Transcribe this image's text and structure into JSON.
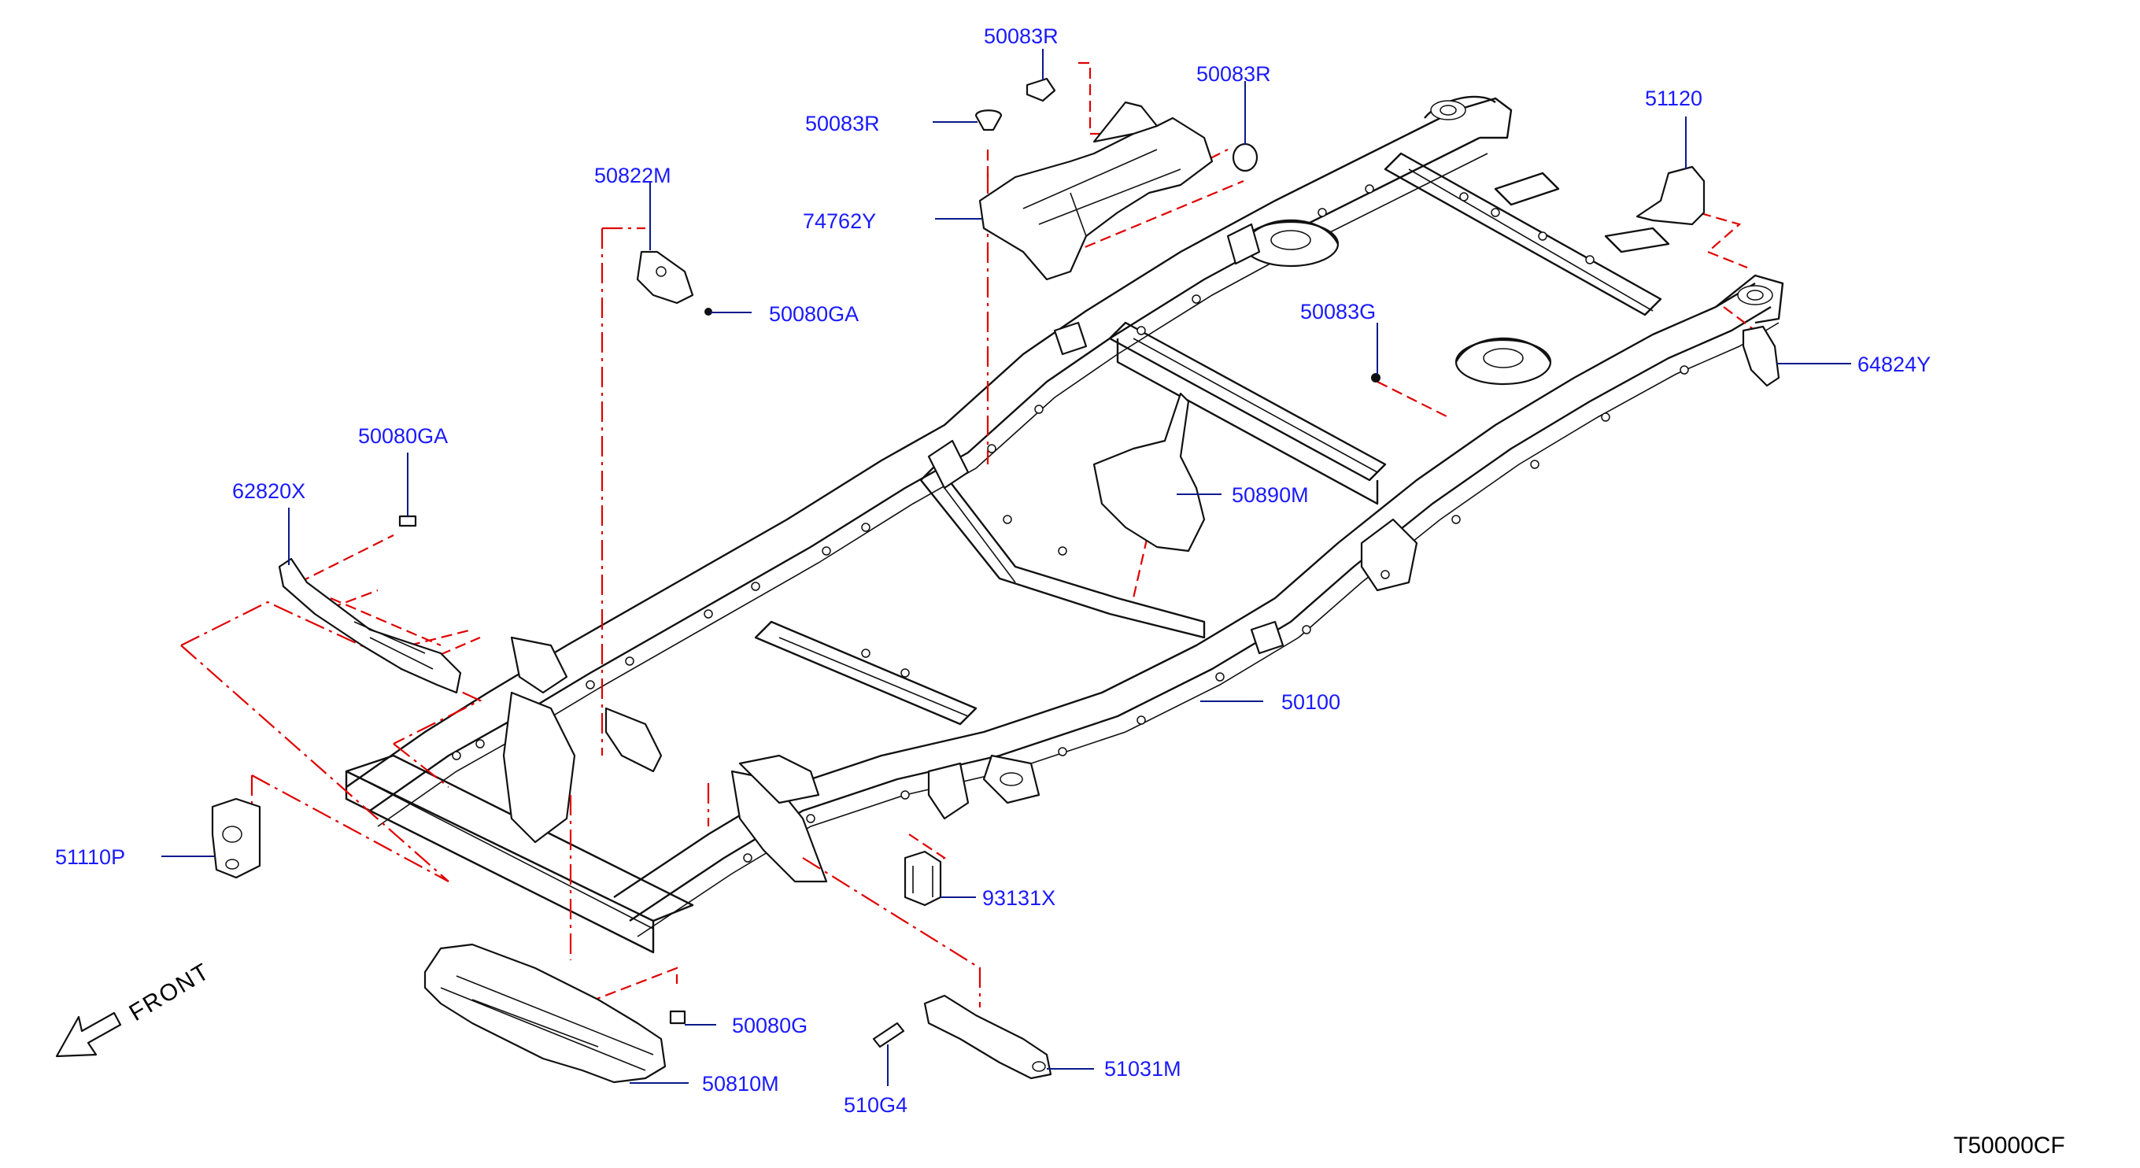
{
  "diagram": {
    "drawing_code": "T50000CF",
    "direction_label": "FRONT",
    "callouts": [
      {
        "id": "50083R-top",
        "text": "50083R"
      },
      {
        "id": "50083R-right",
        "text": "50083R"
      },
      {
        "id": "50083R-left",
        "text": "50083R"
      },
      {
        "id": "74762Y",
        "text": "74762Y"
      },
      {
        "id": "50822M",
        "text": "50822M"
      },
      {
        "id": "50080GA-upper",
        "text": "50080GA"
      },
      {
        "id": "50080GA-lower",
        "text": "50080GA"
      },
      {
        "id": "62820X",
        "text": "62820X"
      },
      {
        "id": "51120",
        "text": "51120"
      },
      {
        "id": "64824Y",
        "text": "64824Y"
      },
      {
        "id": "50083G",
        "text": "50083G"
      },
      {
        "id": "50890M",
        "text": "50890M"
      },
      {
        "id": "50100",
        "text": "50100"
      },
      {
        "id": "51110P",
        "text": "51110P"
      },
      {
        "id": "93131X",
        "text": "93131X"
      },
      {
        "id": "50080G",
        "text": "50080G"
      },
      {
        "id": "50810M",
        "text": "50810M"
      },
      {
        "id": "51031M",
        "text": "51031M"
      },
      {
        "id": "510G4",
        "text": "510G4"
      }
    ],
    "colors": {
      "label": "#1a1aff",
      "leader": "#0a1a8a",
      "dashed_guide": "#e00000",
      "linework": "#111111"
    }
  }
}
